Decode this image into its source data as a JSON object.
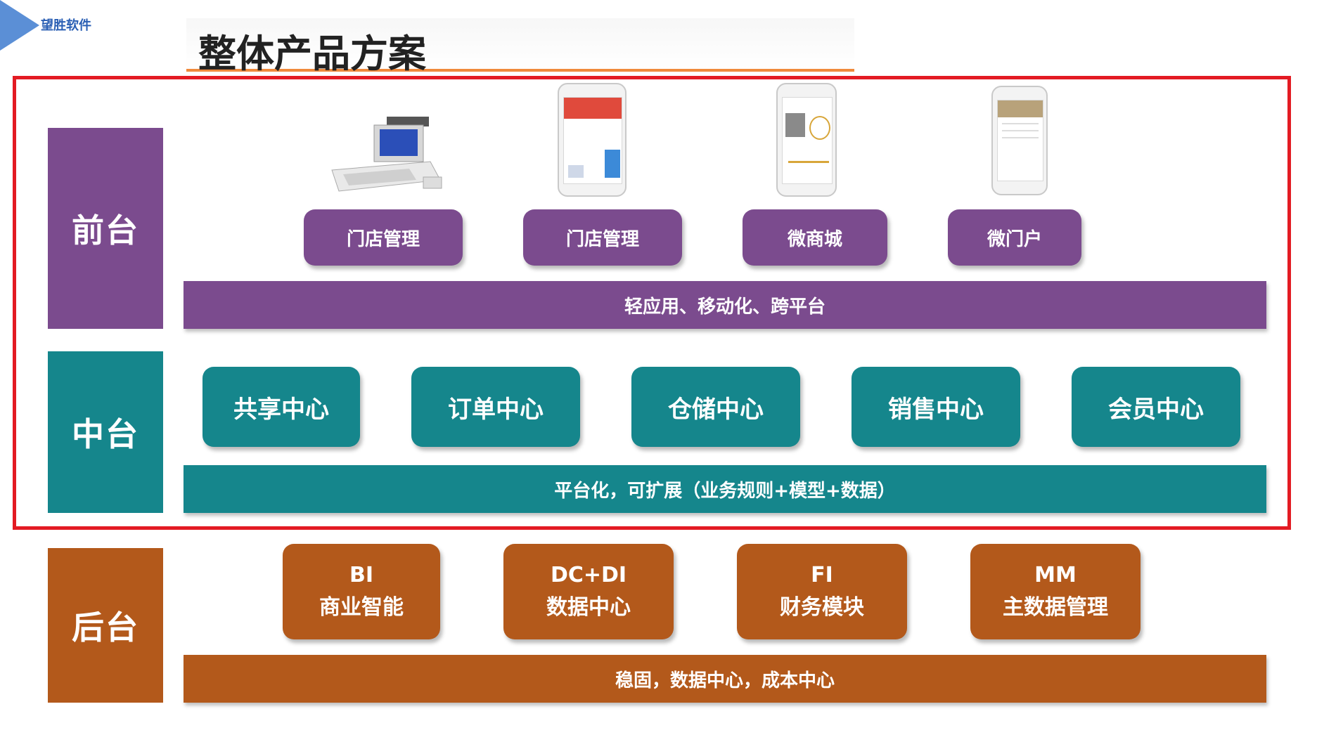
{
  "brand": {
    "logo_text": "望胜软件"
  },
  "title": "整体产品方案",
  "colors": {
    "front": "#7b4b8e",
    "middle": "#15868c",
    "back": "#b3591b",
    "highlight": "#e31b23"
  },
  "front": {
    "label": "前台",
    "items": [
      {
        "label": "门店管理",
        "icon": "pos-terminal-icon"
      },
      {
        "label": "门店管理",
        "icon": "smartphone-icon"
      },
      {
        "label": "微商城",
        "icon": "smartphone-icon"
      },
      {
        "label": "微门户",
        "icon": "smartphone-icon"
      }
    ],
    "bar": "轻应用、移动化、跨平台"
  },
  "middle": {
    "label": "中台",
    "items": [
      "共享中心",
      "订单中心",
      "仓储中心",
      "销售中心",
      "会员中心"
    ],
    "bar": "平台化，可扩展（业务规则+模型+数据）"
  },
  "back": {
    "label": "后台",
    "items": [
      {
        "code": "BI",
        "name": "商业智能"
      },
      {
        "code": "DC+DI",
        "name": "数据中心"
      },
      {
        "code": "FI",
        "name": "财务模块"
      },
      {
        "code": "MM",
        "name": "主数据管理"
      }
    ],
    "bar": "稳固，数据中心，成本中心"
  }
}
